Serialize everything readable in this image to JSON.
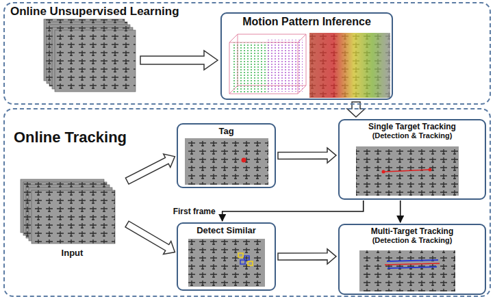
{
  "diagram": {
    "nodes": [
      {
        "text": [
          "Online Unsupervised Learning"
        ]
      },
      {
        "text": [
          "Motion Pattern Inference"
        ],
        "in": 0
      },
      {
        "text": [
          "Online Tracking"
        ]
      },
      {
        "text": [
          "Input"
        ],
        "in": 2
      },
      {
        "text": [
          "Tag"
        ],
        "in": 2
      },
      {
        "text": [
          "Single Target Tracking",
          "(Detection & Tracking)"
        ],
        "in": 2
      },
      {
        "text": [
          "Detect Similar"
        ],
        "in": 2
      },
      {
        "text": [
          "Multi-Target Tracking",
          "(Detection & Tracking)"
        ],
        "in": 2
      }
    ],
    "edges": [
      {
        "from": 1,
        "to": 5,
        "arrow": "to"
      },
      {
        "from": 3,
        "to": 4,
        "arrow": "to"
      },
      {
        "from": 3,
        "to": 6,
        "arrow": "to"
      },
      {
        "from": 4,
        "to": 5,
        "arrow": "to"
      },
      {
        "from": 6,
        "to": 7,
        "arrow": "to"
      },
      {
        "from": 5,
        "to": 6,
        "label": "First frame",
        "arrow": "to"
      },
      {
        "from": 5,
        "to": 7,
        "arrow": "to"
      }
    ]
  }
}
